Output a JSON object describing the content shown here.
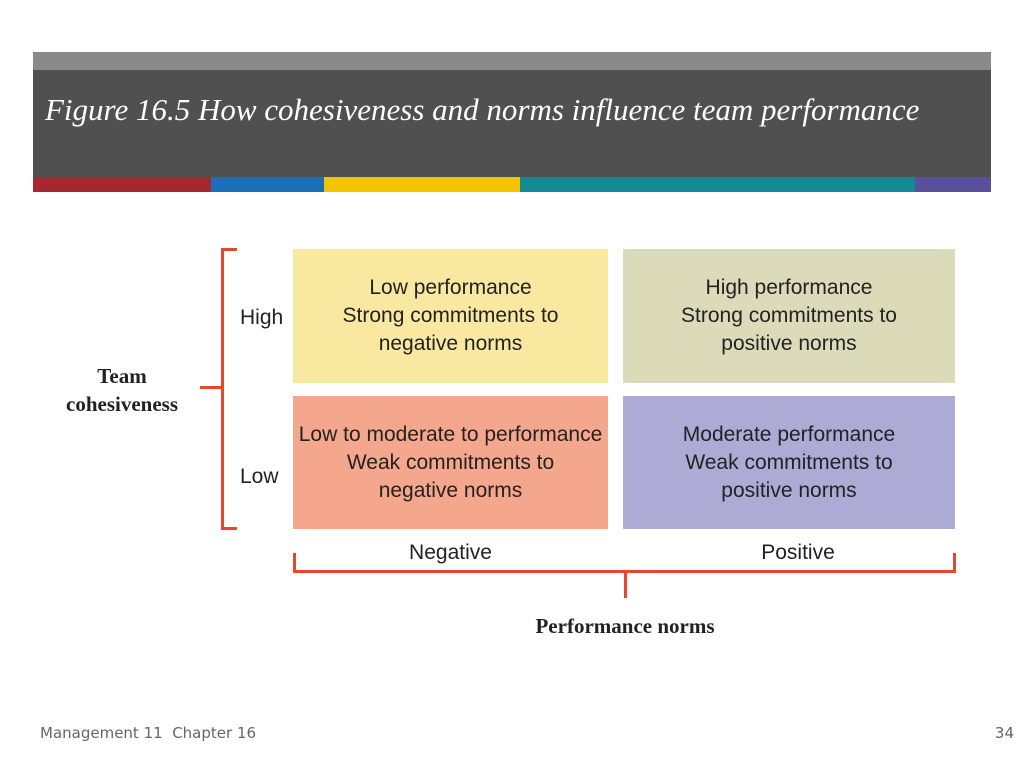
{
  "slide": {
    "title": "Figure 16.5 How cohesiveness and norms influence team performance",
    "footer_left": "Management 11  Chapter 16",
    "page_number": "34"
  },
  "diagram": {
    "y_axis_title_line1": "Team",
    "y_axis_title_line2": "cohesiveness",
    "y_high_label": "High",
    "y_low_label": "Low",
    "x_axis_title": "Performance norms",
    "x_negative_label": "Negative",
    "x_positive_label": "Positive",
    "cells": {
      "high_negative": {
        "line1": "Low performance",
        "line2": "Strong commitments to",
        "line3": "negative norms"
      },
      "high_positive": {
        "line1": "High performance",
        "line2": "Strong commitments to",
        "line3": "positive norms"
      },
      "low_negative": {
        "line1": "Low to moderate to performance",
        "line2": "Weak commitments to",
        "line3": "negative norms"
      },
      "low_positive": {
        "line1": "Moderate performance",
        "line2": "Weak commitments to",
        "line3": "positive norms"
      }
    }
  },
  "colors": {
    "high_negative_fill": "#f9e8a0",
    "high_positive_fill": "#dcdbb9",
    "low_negative_fill": "#f5a78d",
    "low_positive_fill": "#aeaad6",
    "bracket": "#e8472c",
    "strip": [
      "#a3282f",
      "#1b6fb8",
      "#f2c500",
      "#138a93",
      "#5a4f9c"
    ]
  }
}
